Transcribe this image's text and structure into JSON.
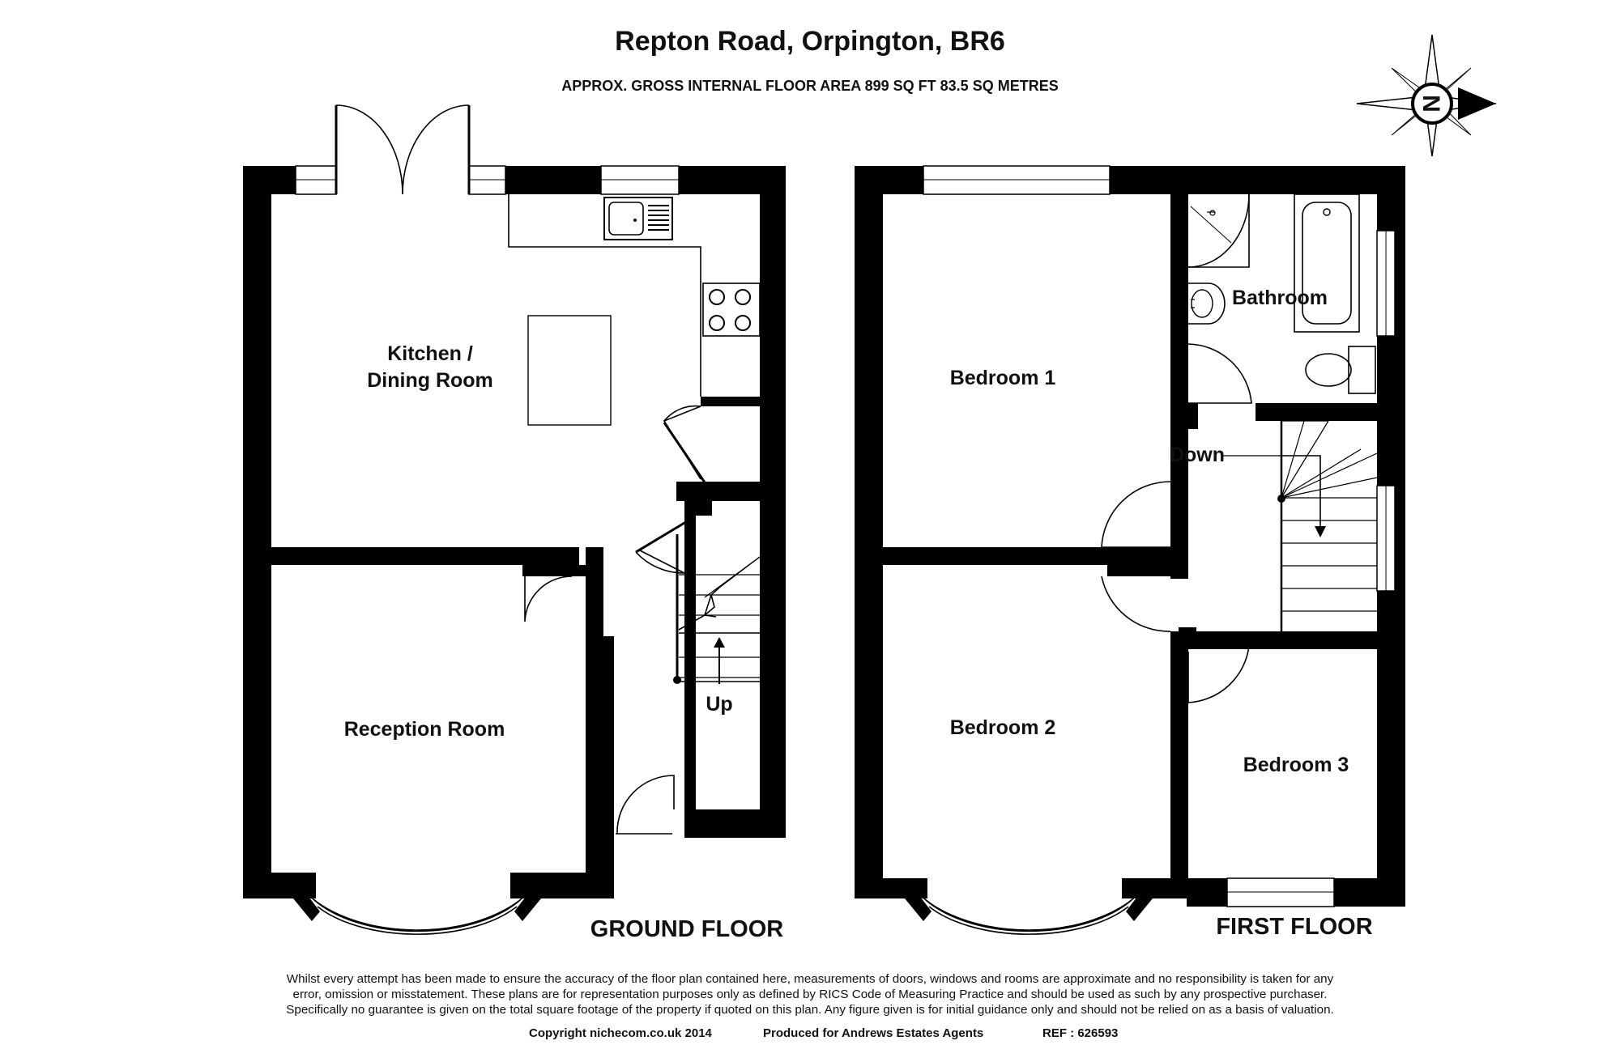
{
  "title": "Repton Road, Orpington, BR6",
  "subtitle": "APPROX. GROSS INTERNAL FLOOR AREA 899 SQ FT 83.5 SQ METRES",
  "compass": {
    "label": "N"
  },
  "ground_floor": {
    "label": "GROUND FLOOR",
    "rooms": {
      "kitchen_line1": "Kitchen /",
      "kitchen_line2": "Dining Room",
      "reception": "Reception Room"
    },
    "stairs": "Up"
  },
  "first_floor": {
    "label": "FIRST FLOOR",
    "rooms": {
      "bedroom1": "Bedroom 1",
      "bedroom2": "Bedroom 2",
      "bedroom3": "Bedroom 3",
      "bathroom": "Bathroom"
    },
    "stairs": "Down"
  },
  "disclaimer": [
    "Whilst every attempt has been made to ensure the accuracy of the floor plan contained here, measurements of doors, windows and rooms are approximate and no responsibility is taken for any",
    "error, omission or misstatement. These plans are for representation purposes only as defined by RICS Code of Measuring Practice and should be used as such by any prospective purchaser.",
    "Specifically no guarantee is given on the total square footage of the property if quoted on this plan. Any figure given is for initial guidance only and should not be relied on as a basis of valuation."
  ],
  "footer": {
    "copyright": "Copyright nichecom.co.uk 2014",
    "produced": "Produced for Andrews Estates Agents",
    "ref": "REF : 626593"
  }
}
